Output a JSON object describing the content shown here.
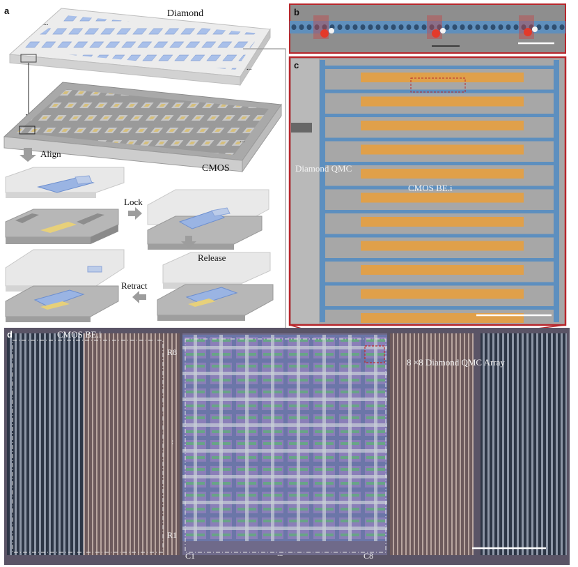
{
  "figure": {
    "panel_a": {
      "letter": "a",
      "layer_top": "Diamond",
      "layer_bottom": "CMOS",
      "steps": [
        "Align",
        "Lock",
        "Release",
        "Retract"
      ],
      "ellipsis": "..."
    },
    "panel_b": {
      "letter": "b"
    },
    "panel_c": {
      "letter": "c",
      "label_left": "Diamond QMC",
      "label_center": "CMOS BE.i"
    },
    "panel_d": {
      "letter": "d",
      "label_cmos": "CMOS BE.i",
      "label_array": "8 ×8 Diamond QMC Array",
      "row_top": "R8",
      "row_bottom": "R1",
      "col_left": "C1",
      "col_right": "C8",
      "dots_v": ":",
      "dots_h": "..."
    },
    "colors": {
      "diamond_blue": "#9fb8e6",
      "cmos_gold": "#d8bf7a",
      "sem_orange": "#e0a04a",
      "sem_blue": "#5d8fbf",
      "frame_red": "#b8262b",
      "chip_dark": "#3a4050"
    }
  }
}
